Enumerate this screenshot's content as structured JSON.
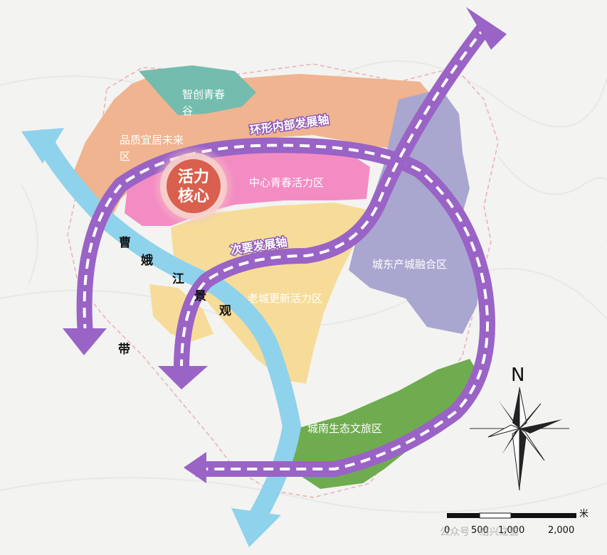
{
  "zones": {
    "valley": "智创青春谷",
    "valley_line1": "智创青春",
    "valley_line2": "谷",
    "residential": "品质宜居未来区",
    "residential_line1": "品质宜居未来",
    "residential_line2": "区",
    "central": "中心青春活力区",
    "oldcity": "老城更新活力区",
    "east": "城东产城融合区",
    "south": "城南生态文旅区"
  },
  "core": {
    "line1": "活力",
    "line2": "核心"
  },
  "axes": {
    "ring": "环形内部发展轴",
    "secondary": "次要发展轴"
  },
  "river": {
    "chars": [
      "曹",
      "娥",
      "江",
      "景",
      "观",
      "带"
    ]
  },
  "compass": {
    "north": "N"
  },
  "scale": {
    "ticks": [
      "0",
      "500",
      "1,000",
      "2,000"
    ],
    "unit": "米"
  },
  "watermark": "公众号 · 绍兴之窗",
  "colors": {
    "background": "#f3f3f1",
    "residential": "#f0b490",
    "valley": "#74bcae",
    "central": "#f48cc4",
    "oldcity": "#f6dc98",
    "east": "#a9a7d0",
    "south": "#6fac4f",
    "river": "#8fd2ec",
    "axis": "#9a63c6",
    "core": "#d9604e"
  }
}
